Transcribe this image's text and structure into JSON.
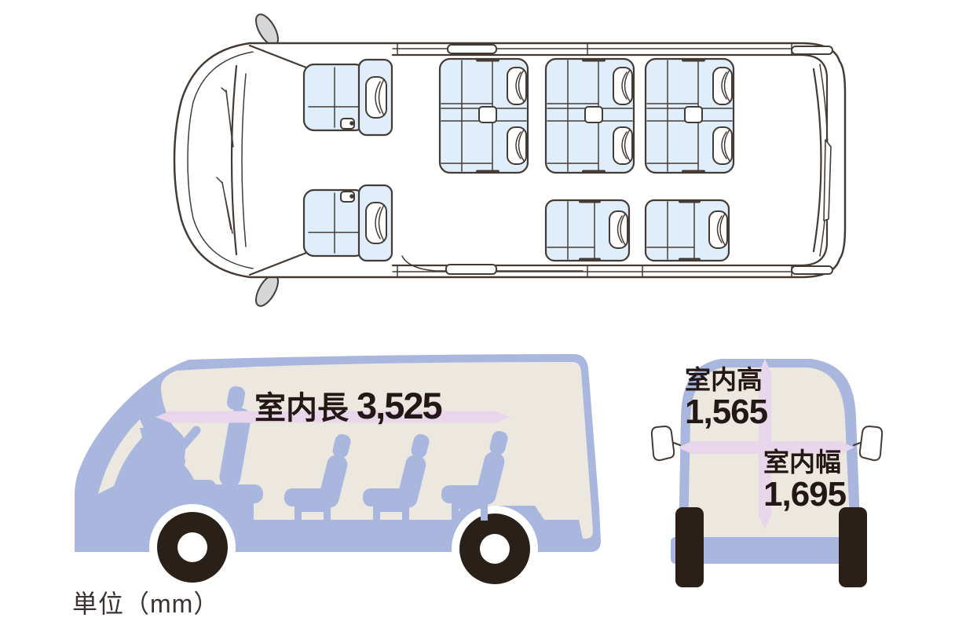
{
  "figure": {
    "unit_note": "単位（mm）",
    "dimensions": {
      "interior_length": {
        "label": "室内長",
        "value": "3,525"
      },
      "interior_height": {
        "label": "室内高",
        "value": "1,565"
      },
      "interior_width": {
        "label": "室内幅",
        "value": "1,695"
      }
    }
  },
  "illustrations": {
    "top_view": "van-top-view",
    "side_view": "van-side-view",
    "rear_view": "van-rear-view"
  },
  "colors": {
    "line": "#453b35",
    "body_blue": "#a9b6de",
    "cabin_beige": "#ece8e0",
    "seat_blue": "#dfeefa",
    "arrow_lavender": "#e8d7ea",
    "wheel_black": "#2b2017",
    "mirror_gray": "#d6d6d6",
    "text_black": "#231815",
    "unit_text": "#3a3330"
  }
}
